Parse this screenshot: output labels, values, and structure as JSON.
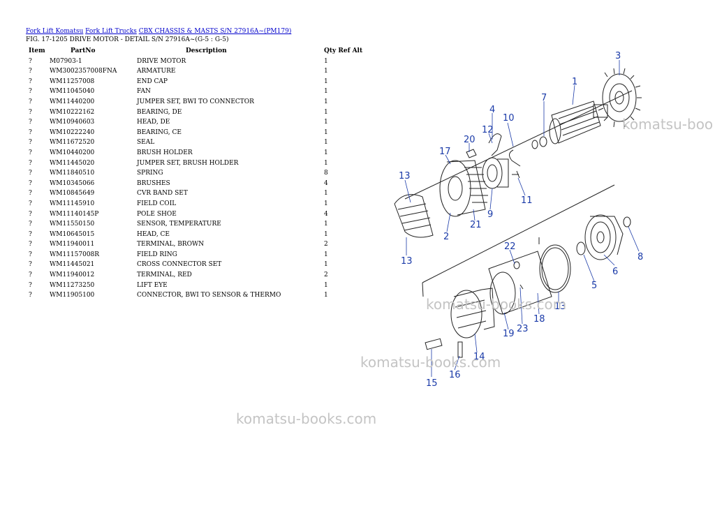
{
  "breadcrumb": {
    "links": [
      "Fork Lift Komatsu",
      "Fork Lift Trucks",
      "CBX CHASSIS & MASTS S/N 27916A~(PM179)"
    ]
  },
  "figure_title": "FIG. 17-1205 DRIVE MOTOR - DETAIL S/N 27916A~(G-5 : G-5)",
  "table": {
    "headers": {
      "item": "Item",
      "part_no": "PartNo",
      "description": "Description",
      "qty_ref_alt": "Qty Ref Alt"
    },
    "rows": [
      {
        "item": "?",
        "part_no": "M07903-1",
        "description": "DRIVE MOTOR",
        "qty": "1"
      },
      {
        "item": "?",
        "part_no": "WM3002357008FNA",
        "description": "ARMATURE",
        "qty": "1"
      },
      {
        "item": "?",
        "part_no": "WM11257008",
        "description": "END CAP",
        "qty": "1"
      },
      {
        "item": "?",
        "part_no": "WM11045040",
        "description": "FAN",
        "qty": "1"
      },
      {
        "item": "?",
        "part_no": "WM11440200",
        "description": "JUMPER SET, BWI TO CONNECTOR",
        "qty": "1"
      },
      {
        "item": "?",
        "part_no": "WM10222162",
        "description": "BEARING, DE",
        "qty": "1"
      },
      {
        "item": "?",
        "part_no": "WM10940603",
        "description": "HEAD, DE",
        "qty": "1"
      },
      {
        "item": "?",
        "part_no": "WM10222240",
        "description": "BEARING, CE",
        "qty": "1"
      },
      {
        "item": "?",
        "part_no": "WM11672520",
        "description": "SEAL",
        "qty": "1"
      },
      {
        "item": "?",
        "part_no": "WM10440200",
        "description": "BRUSH HOLDER",
        "qty": "1"
      },
      {
        "item": "?",
        "part_no": "WM11445020",
        "description": "JUMPER SET, BRUSH HOLDER",
        "qty": "1"
      },
      {
        "item": "?",
        "part_no": "WM11840510",
        "description": "SPRING",
        "qty": "8"
      },
      {
        "item": "?",
        "part_no": "WM10345066",
        "description": "BRUSHES",
        "qty": "4"
      },
      {
        "item": "?",
        "part_no": "WM10845649",
        "description": "CVR BAND SET",
        "qty": "1"
      },
      {
        "item": "?",
        "part_no": "WM11145910",
        "description": "FIELD COIL",
        "qty": "1"
      },
      {
        "item": "?",
        "part_no": "WM11140145P",
        "description": "POLE SHOE",
        "qty": "4"
      },
      {
        "item": "?",
        "part_no": "WM11550150",
        "description": "SENSOR, TEMPERATURE",
        "qty": "1"
      },
      {
        "item": "?",
        "part_no": "WM10645015",
        "description": "HEAD, CE",
        "qty": "1"
      },
      {
        "item": "?",
        "part_no": "WM11940011",
        "description": "TERMINAL, BROWN",
        "qty": "2"
      },
      {
        "item": "?",
        "part_no": "WM11157008R",
        "description": "FIELD RING",
        "qty": "1"
      },
      {
        "item": "?",
        "part_no": "WM11445021",
        "description": "CROSS CONNECTOR SET",
        "qty": "1"
      },
      {
        "item": "?",
        "part_no": "WM11940012",
        "description": "TERMINAL, RED",
        "qty": "2"
      },
      {
        "item": "?",
        "part_no": "WM11273250",
        "description": "LIFT EYE",
        "qty": "1"
      },
      {
        "item": "?",
        "part_no": "WM11905100",
        "description": "CONNECTOR, BWI TO SENSOR & THERMO",
        "qty": "1"
      }
    ]
  },
  "watermark": "komatsu-books.com",
  "watermark_partial": "komatsu-boo",
  "callouts": [
    "1",
    "2",
    "3",
    "4",
    "5",
    "6",
    "7",
    "8",
    "9",
    "10",
    "11",
    "12",
    "13",
    "13",
    "13",
    "14",
    "15",
    "16",
    "17",
    "18",
    "19",
    "20",
    "21",
    "22",
    "23"
  ],
  "colors": {
    "link": "#0000cc",
    "callout": "#1a3aa8",
    "watermark": "#c4c4c4"
  }
}
